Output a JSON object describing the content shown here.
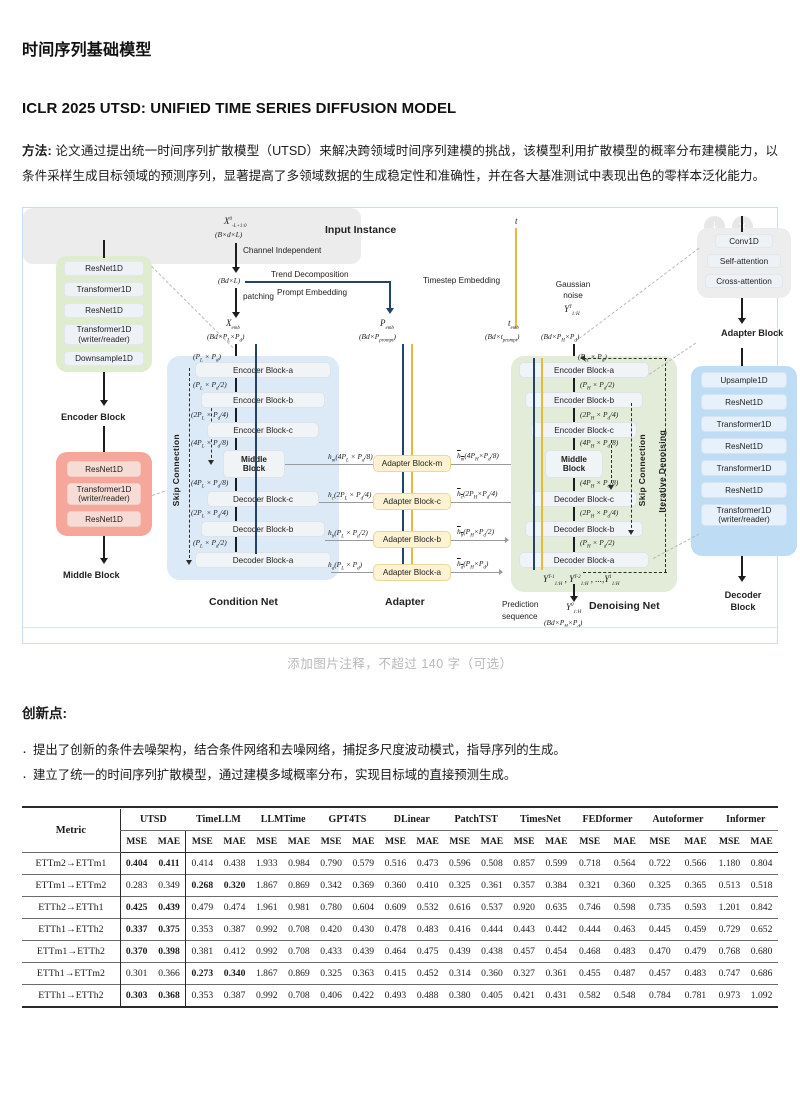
{
  "header": {
    "section_title": "时间序列基础模型"
  },
  "paper": {
    "title": "ICLR 2025 UTSD: UNIFIED TIME SERIES DIFFUSION MODEL",
    "method_label": "方法:",
    "method_text": "论文通过提出统一时间序列扩散模型（UTSD）来解决跨领域时间序列建模的挑战，该模型利用扩散模型的概率分布建模能力，以条件采样生成目标领域的预测序列，显著提高了多领域数据的生成稳定性和准确性，并在各大基准测试中表现出色的零样本泛化能力。"
  },
  "figure": {
    "caption": "添加图片注释，不超过 140 字（可选）",
    "overlay_buttons": [
      "download-icon",
      "close-icon"
    ],
    "titles": {
      "input_instance": "Input Instance",
      "condition_net": "Condition Net",
      "adapter": "Adapter",
      "denoising_net": "Denoising Net",
      "encoder_block": "Encoder Block",
      "middle_block": "Middle Block",
      "adapter_block": "Adapter Block",
      "decoder_block": "Decoder Block"
    },
    "ops": {
      "channel_independent": "Channel Independent",
      "trend_decomposition": "Trend Decomposition",
      "prompt_embedding": "Prompt Embedding",
      "timestep_embedding": "Timestep Embedding",
      "patching": "patching",
      "gaussian_noise": "Gaussian\nnoise",
      "gaussian_noise_l1": "Gaussian",
      "gaussian_noise_l2": "noise",
      "prediction_sequence_l1": "Prediction",
      "prediction_sequence_l2": "sequence",
      "skip_connection": "Skip Connection",
      "iterative_denoising": "Iterative Denoising"
    },
    "encoder_stack": [
      "ResNet1D",
      "Transformer1D",
      "ResNet1D",
      "Transformer1D\n(writer/reader)",
      "Downsample1D"
    ],
    "middle_stack": [
      "ResNet1D",
      "Transformer1D\n(writer/reader)",
      "ResNet1D"
    ],
    "adapter_stack": [
      "Conv1D",
      "Self-attention",
      "Cross-attention"
    ],
    "decoder_stack": [
      "Upsample1D",
      "ResNet1D",
      "Transformer1D",
      "ResNet1D",
      "Transformer1D",
      "ResNet1D",
      "Transformer1D\n(writer/reader)"
    ],
    "condition_blocks": [
      "Encoder Block-a",
      "Encoder Block-b",
      "Encoder Block-c",
      "Middle\nBlock",
      "Decoder Block-c",
      "Decoder Block-b",
      "Decoder Block-a"
    ],
    "adapter_blocks": [
      "Adapter Block-m",
      "Adapter Block-c",
      "Adapter Block-b",
      "Adapter Block-a"
    ],
    "denoise_blocks": [
      "Encoder Block-a",
      "Encoder Block-b",
      "Encoder Block-c",
      "Middle\nBlock",
      "Decoder Block-c",
      "Decoder Block-b",
      "Decoder Block-a"
    ],
    "math": {
      "x_in": "X",
      "x_in_sub": "-L+1:0",
      "x_in_dim": "(B×d×L)",
      "bd_l": "(Bd×L)",
      "x_emb": "X",
      "x_emb_sub": "emb",
      "x_emb_dim": "(Bd×P_L×P_d)",
      "p_emb": "P",
      "p_emb_sub": "emb",
      "p_emb_dim": "(Bd×P_prompt)",
      "t": "t",
      "t_emb": "t",
      "t_emb_sub": "emb",
      "t_emb_dim": "(Bd×t_prompt)",
      "y_T": "Y",
      "y_T_sub": "1:H",
      "y_T_sup": "T",
      "y_T_dim": "(Bd×P_H×P_d)",
      "y_0": "Y",
      "y_0_sub": "1:H",
      "y_0_sup": "0",
      "y_0_dim": "(Bd×P_H×P_d)",
      "y_seq": "Y  ,Y  , ...,Y",
      "dims_left": [
        "(P_L × P_d)",
        "(P_L × P_d/2)",
        "(2P_L × P_d/4)",
        "(4P_L × P_d/8)",
        "(4P_L × P_d/8)",
        "(2P_L × P_d/4)",
        "(P_L × P_d/2)"
      ],
      "dims_right": [
        "(P_H × P_d)",
        "(P_H × P_d/2)",
        "(2P_H × P_d/4)",
        "(4P_H × P_d/8)",
        "(4P_H × P_d/8)",
        "(2P_H × P_d/4)",
        "(P_H × P_d/2)"
      ],
      "h_in": [
        "h_m(4P_L × P_d/8)",
        "h_c(2P_L × P_d/4)",
        "h_b(P_L × P_d/2)",
        "h_a(P_L × P_d)"
      ],
      "h_out": [
        "h̄_m(4P_H × P_d/8)",
        "h̄_c(2P_H × P_d/4)",
        "h̄_b(P_H × P_d/2)",
        "h̄_a(P_H × P_d)"
      ]
    }
  },
  "innovation": {
    "heading": "创新点:",
    "items": [
      "提出了创新的条件去噪架构，结合条件网络和去噪网络，捕捉多尺度波动模式，指导序列的生成。",
      "建立了统一的时间序列扩散模型，通过建模多域概率分布，实现目标域的直接预测生成。"
    ]
  },
  "chart_data": {
    "type": "table",
    "title": "",
    "metric_label": "Metric",
    "groups": [
      "UTSD",
      "TimeLLM",
      "LLMTime",
      "GPT4TS",
      "DLinear",
      "PatchTST",
      "TimesNet",
      "FEDformer",
      "Autoformer",
      "Informer"
    ],
    "sub_headers": [
      "MSE",
      "MAE"
    ],
    "rows": [
      {
        "name": "ETTm2→ETTm1",
        "values": [
          [
            0.404,
            0.411
          ],
          [
            0.414,
            0.438
          ],
          [
            1.933,
            0.984
          ],
          [
            0.79,
            0.579
          ],
          [
            0.516,
            0.473
          ],
          [
            0.596,
            0.508
          ],
          [
            0.857,
            0.599
          ],
          [
            0.718,
            0.564
          ],
          [
            0.722,
            0.566
          ],
          [
            1.18,
            0.804
          ]
        ],
        "bold_group": 0
      },
      {
        "name": "ETTm1→ETTm2",
        "values": [
          [
            0.283,
            0.349
          ],
          [
            0.268,
            0.32
          ],
          [
            1.867,
            0.869
          ],
          [
            0.342,
            0.369
          ],
          [
            0.36,
            0.41
          ],
          [
            0.325,
            0.361
          ],
          [
            0.357,
            0.384
          ],
          [
            0.321,
            0.36
          ],
          [
            0.325,
            0.365
          ],
          [
            0.513,
            0.518
          ]
        ],
        "bold_group": 1
      },
      {
        "name": "ETTh2→ETTh1",
        "values": [
          [
            0.425,
            0.439
          ],
          [
            0.479,
            0.474
          ],
          [
            1.961,
            0.981
          ],
          [
            0.78,
            0.604
          ],
          [
            0.609,
            0.532
          ],
          [
            0.616,
            0.537
          ],
          [
            0.92,
            0.635
          ],
          [
            0.746,
            0.598
          ],
          [
            0.735,
            0.593
          ],
          [
            1.201,
            0.842
          ]
        ],
        "bold_group": 0
      },
      {
        "name": "ETTh1→ETTh2",
        "values": [
          [
            0.337,
            0.375
          ],
          [
            0.353,
            0.387
          ],
          [
            0.992,
            0.708
          ],
          [
            0.42,
            0.43
          ],
          [
            0.478,
            0.483
          ],
          [
            0.416,
            0.444
          ],
          [
            0.443,
            0.442
          ],
          [
            0.444,
            0.463
          ],
          [
            0.445,
            0.459
          ],
          [
            0.729,
            0.652
          ]
        ],
        "bold_group": 0
      },
      {
        "name": "ETTm1→ETTh2",
        "values": [
          [
            0.37,
            0.398
          ],
          [
            0.381,
            0.412
          ],
          [
            0.992,
            0.708
          ],
          [
            0.433,
            0.439
          ],
          [
            0.464,
            0.475
          ],
          [
            0.439,
            0.438
          ],
          [
            0.457,
            0.454
          ],
          [
            0.468,
            0.483
          ],
          [
            0.47,
            0.479
          ],
          [
            0.768,
            0.68
          ]
        ],
        "bold_group": 0
      },
      {
        "name": "ETTh1→ETTm2",
        "values": [
          [
            0.301,
            0.366
          ],
          [
            0.273,
            0.34
          ],
          [
            1.867,
            0.869
          ],
          [
            0.325,
            0.363
          ],
          [
            0.415,
            0.452
          ],
          [
            0.314,
            0.36
          ],
          [
            0.327,
            0.361
          ],
          [
            0.455,
            0.487
          ],
          [
            0.457,
            0.483
          ],
          [
            0.747,
            0.686
          ]
        ],
        "bold_group": 1
      },
      {
        "name": "ETTh1→ETTh2",
        "values": [
          [
            0.303,
            0.368
          ],
          [
            0.353,
            0.387
          ],
          [
            0.992,
            0.708
          ],
          [
            0.406,
            0.422
          ],
          [
            0.493,
            0.488
          ],
          [
            0.38,
            0.405
          ],
          [
            0.421,
            0.431
          ],
          [
            0.582,
            0.548
          ],
          [
            0.784,
            0.781
          ],
          [
            0.973,
            1.092
          ]
        ],
        "bold_group": 0
      }
    ]
  }
}
